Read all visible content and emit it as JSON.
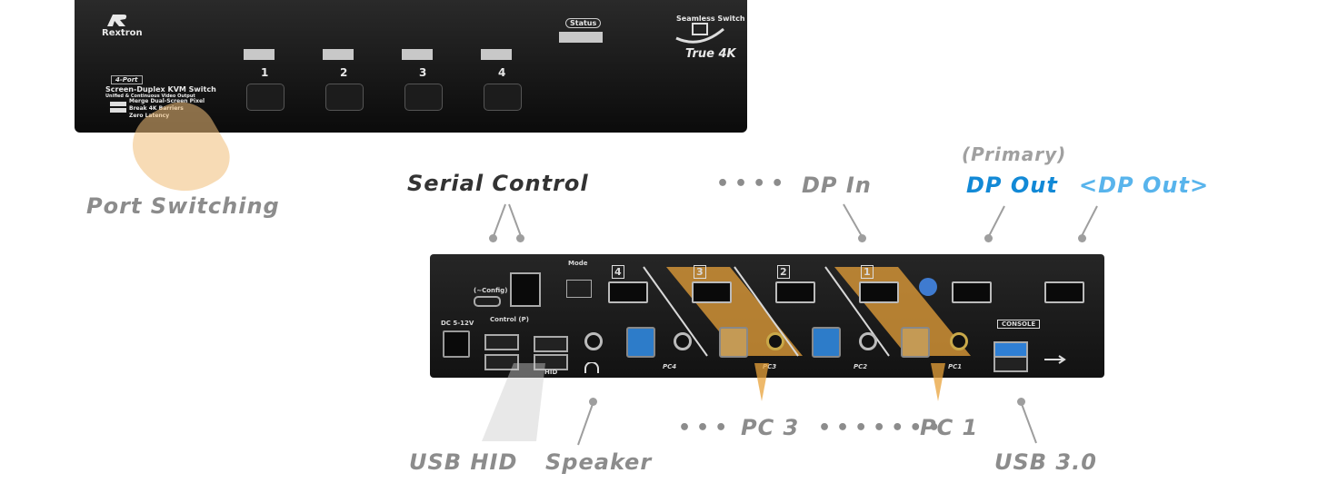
{
  "front_panel": {
    "brand": "Rextron",
    "status_label": "Status",
    "ports": [
      "1",
      "2",
      "3",
      "4"
    ],
    "badge_top": "Seamless Switch",
    "badge_bottom": "True 4K",
    "model_tag": "4-Port",
    "model_title": "Screen-Duplex KVM Switch",
    "model_subtitle": "Unified & Continuous Video Output",
    "features": [
      "Merge Dual-Screen Pixel",
      "Break 4K Barriers",
      "Zero Latency"
    ]
  },
  "rear_panel": {
    "power_label": "DC 5-12V",
    "config_label": "(~Config)",
    "control_label": "Control (P)",
    "mode_label": "Mode",
    "pc_labels": [
      "PC4",
      "PC3",
      "PC2",
      "PC1"
    ],
    "port_numbers": [
      "4",
      "3",
      "2",
      "1"
    ],
    "console_label": "CONSOLE",
    "hid_label": "HID"
  },
  "callouts": {
    "port_switching": "Port Switching",
    "serial_control": "Serial Control",
    "dp_in": "DP In",
    "primary": "(Primary)",
    "dp_out": "DP Out",
    "dp_out_secondary": "<DP Out>",
    "usb_hid": "USB HID",
    "speaker": "Speaker",
    "pc3": "PC 3",
    "pc1": "PC 1",
    "usb30": "USB 3.0"
  },
  "colors": {
    "callout_gray": "#8c8c8c",
    "dp_out_blue": "#1289d6",
    "dp_out_light_blue": "#58b4ec",
    "highlight_orange": "#e8a23a"
  }
}
